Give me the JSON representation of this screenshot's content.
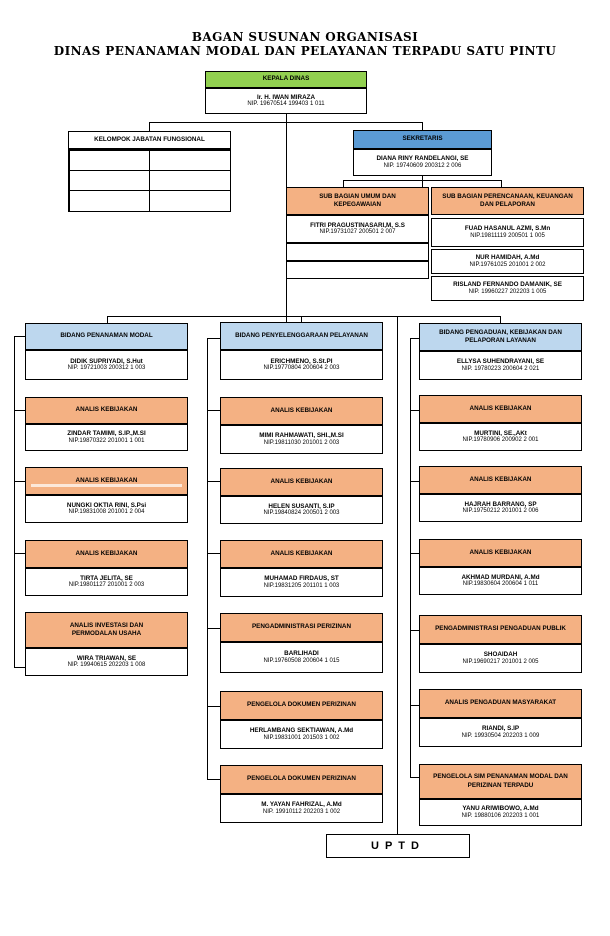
{
  "title": {
    "line1": "BAGAN SUSUNAN ORGANISASI",
    "line2": "DINAS PENANAMAN MODAL DAN PELAYANAN TERPADU SATU PINTU"
  },
  "kepala": {
    "title": "KEPALA DINAS",
    "name": "Ir. H. IWAN MIRAZA",
    "nip": "NIP. 19670514 199403 1 011"
  },
  "fungsional": {
    "title": "KELOMPOK JABATAN FUNGSIONAL"
  },
  "sekretaris": {
    "title": "SEKRETARIS",
    "name": "DIANA RINY RANDELANGI, SE",
    "nip": "NIP. 19740609 200312 2 006"
  },
  "subbag_umum": {
    "title": "SUB BAGIAN UMUM DAN KEPEGAWAIAN",
    "name": "FITRI PRAGUSTINASARI,M, S.S",
    "nip": "NIP.19731027 200501 2 007"
  },
  "subbag_keu": {
    "title": "SUB BAGIAN PERENCANAAN, KEUANGAN DAN PELAPORAN",
    "people": [
      {
        "name": "FUAD HASANUL AZMI, S.Mn",
        "nip": "NIP.19811119 200501 1 005"
      },
      {
        "name": "NUR HAMIDAH, A.Md",
        "nip": "NIP.19761025 201001 2 002"
      },
      {
        "name": "RISLAND FERNANDO DAMANIK, SE",
        "nip": "NIP. 19960227 202203 1 005"
      }
    ]
  },
  "col1": {
    "head": {
      "title": "BIDANG PENANAMAN MODAL",
      "name": "DIDIK SUPRIYADI, S.Hut",
      "nip": "NIP. 19721003 200312 1 003"
    },
    "units": [
      {
        "title": "ANALIS KEBIJAKAN",
        "name": "ZINDAR TAMIMI, S.IP.,M.SI",
        "nip": "NIP.19870322 201001 1 001"
      },
      {
        "title": "ANALIS KEBIJAKAN",
        "name": "NUNGKI OKTIA RINI, S.Psi",
        "nip": "NIP.19831008 201001 2 004"
      },
      {
        "title": "ANALIS KEBIJAKAN",
        "name": "TIRTA JELITA, SE",
        "nip": "NIP.19801127 201001 2 003"
      },
      {
        "title": "ANALIS INVESTASI DAN PERMODALAN USAHA",
        "name": "WIRA TRIAWAN, SE",
        "nip": "NIP. 19940615 202203 1 008"
      }
    ]
  },
  "col2": {
    "head": {
      "title": "BIDANG PENYELENGGARAAN PELAYANAN",
      "name": "ERICHMENO, S.St.PI",
      "nip": "NIP.19770804 200604 2 003"
    },
    "units": [
      {
        "title": "ANALIS KEBIJAKAN",
        "name": "MIMI RAHMAWATI, SHI.,M.SI",
        "nip": "NIP.19811030 201001 2 003"
      },
      {
        "title": "ANALIS KEBIJAKAN",
        "name": "HELEN SUSANTI, S.IP",
        "nip": "NIP.19840824 200501 2 003"
      },
      {
        "title": "ANALIS KEBIJAKAN",
        "name": "MUHAMAD FIRDAUS, ST",
        "nip": "NIP.19831205 201101 1 003"
      },
      {
        "title": "PENGADMINISTRASI PERIZINAN",
        "name": "BARLIHADI",
        "nip": "NIP.19760508 200604 1 015"
      },
      {
        "title": "PENGELOLA DOKUMEN PERIZINAN",
        "name": "HERLAMBANG SEKTIAWAN, A.Md",
        "nip": "NIP.19831001 201503 1 002"
      },
      {
        "title": "PENGELOLA DOKUMEN PERIZINAN",
        "name": "M. YAYAN FAHRIZAL, A.Md",
        "nip": "NIP. 19910112 202203 1 002"
      }
    ]
  },
  "col3": {
    "head": {
      "title": "BIDANG PENGADUAN, KEBIJAKAN DAN PELAPORAN LAYANAN",
      "name": "ELLYSA SUHENDRAYANI, SE",
      "nip": "NIP. 19780223 200604 2 021"
    },
    "units": [
      {
        "title": "ANALIS KEBIJAKAN",
        "name": "MURTINI, SE.,AKt",
        "nip": "NIP.19780906 200902 2 001"
      },
      {
        "title": "ANALIS KEBIJAKAN",
        "name": "HAJRAH BARRANG, SP",
        "nip": "NIP.19750212 201001 2 006"
      },
      {
        "title": "ANALIS KEBIJAKAN",
        "name": "AKHMAD MURDANI, A.Md",
        "nip": "NIP.19830604 200604 1 011"
      },
      {
        "title": "PENGADMINISTRASI PENGADUAN PUBLIK",
        "name": "SHOAIDAH",
        "nip": "NIP.19690217 201001 2 005"
      },
      {
        "title": "ANALIS PENGADUAN MASYARAKAT",
        "name": "RIANDI, S.IP",
        "nip": "NIP. 19930504 202203 1 009"
      },
      {
        "title": "PENGELOLA SIM PENANAMAN MODAL DAN PERIZINAN TERPADU",
        "name": "YANU ARIWIBOWO, A.Md",
        "nip": "NIP. 19880106 202203 1 001"
      }
    ]
  },
  "uptd": {
    "label": "UPTD"
  }
}
